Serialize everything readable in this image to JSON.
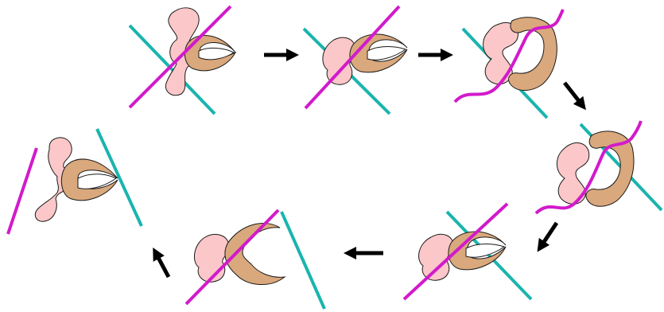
{
  "figure": {
    "description_none": "",
    "colors": {
      "background": "#ffffff",
      "strand_teal": "#1ab4ae",
      "strand_magenta": "#d21acb",
      "pink_domain": "#fbc7c8",
      "tan_domain": "#d9a87c",
      "outline": "#1a1a1a",
      "arrow": "#000000"
    },
    "stages": [
      {
        "id": 1,
        "teal": "straight",
        "magenta": "straight",
        "clamp": "closed"
      },
      {
        "id": 2,
        "teal": "straight",
        "magenta": "straight",
        "clamp": "closed"
      },
      {
        "id": 3,
        "teal": "straight",
        "magenta": "wavy",
        "clamp": "open"
      },
      {
        "id": 4,
        "teal": "straight",
        "magenta": "wavy",
        "clamp": "open"
      },
      {
        "id": 5,
        "teal": "straight",
        "magenta": "straight",
        "clamp": "closed"
      },
      {
        "id": 6,
        "teal": "straight",
        "magenta": "straight",
        "clamp": "open"
      },
      {
        "id": 7,
        "teal": "straight",
        "magenta": "straight",
        "clamp": "closed"
      }
    ],
    "arrows": [
      {
        "from": 1,
        "to": 2,
        "direction": "right"
      },
      {
        "from": 2,
        "to": 3,
        "direction": "right"
      },
      {
        "from": 3,
        "to": 4,
        "direction": "down-right"
      },
      {
        "from": 4,
        "to": 5,
        "direction": "down-left"
      },
      {
        "from": 5,
        "to": 6,
        "direction": "left"
      },
      {
        "from": 6,
        "to": 7,
        "direction": "up-left"
      }
    ]
  }
}
